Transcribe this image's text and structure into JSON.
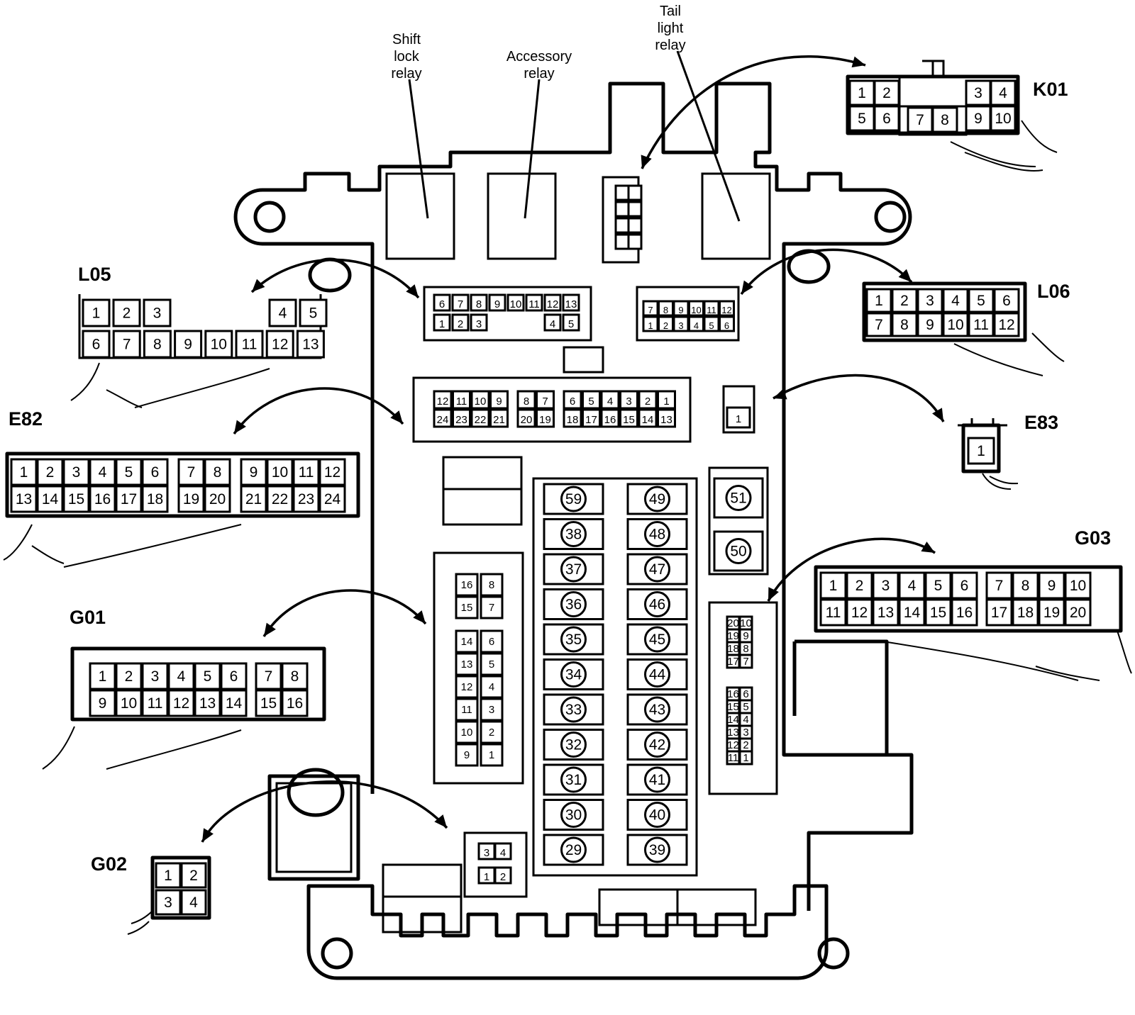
{
  "relays": {
    "shift_lock": [
      "Shift",
      "lock",
      "relay"
    ],
    "accessory": [
      "Accessory",
      "relay"
    ],
    "tail_light": [
      "Tail",
      "light",
      "relay"
    ]
  },
  "connectors": {
    "K01": {
      "label": "K01",
      "rows": [
        [
          "1",
          "2",
          "3",
          "4"
        ],
        [
          "5",
          "6",
          "7",
          "8",
          "9",
          "10"
        ]
      ]
    },
    "L05": {
      "label": "L05",
      "rows": [
        [
          "1",
          "2",
          "3",
          "4",
          "5"
        ],
        [
          "6",
          "7",
          "8",
          "9",
          "10",
          "11",
          "12",
          "13"
        ]
      ]
    },
    "L06": {
      "label": "L06",
      "rows": [
        [
          "1",
          "2",
          "3",
          "4",
          "5",
          "6"
        ],
        [
          "7",
          "8",
          "9",
          "10",
          "11",
          "12"
        ]
      ]
    },
    "E82": {
      "label": "E82",
      "rows": [
        [
          "1",
          "2",
          "3",
          "4",
          "5",
          "6",
          "7",
          "8",
          "9",
          "10",
          "11",
          "12"
        ],
        [
          "13",
          "14",
          "15",
          "16",
          "17",
          "18",
          "19",
          "20",
          "21",
          "22",
          "23",
          "24"
        ]
      ]
    },
    "E83": {
      "label": "E83",
      "rows": [
        [
          "1"
        ]
      ]
    },
    "G01": {
      "label": "G01",
      "rows": [
        [
          "1",
          "2",
          "3",
          "4",
          "5",
          "6",
          "7",
          "8"
        ],
        [
          "9",
          "10",
          "11",
          "12",
          "13",
          "14",
          "15",
          "16"
        ]
      ]
    },
    "G02": {
      "label": "G02",
      "rows": [
        [
          "1",
          "2"
        ],
        [
          "3",
          "4"
        ]
      ]
    },
    "G03": {
      "label": "G03",
      "rows": [
        [
          "1",
          "2",
          "3",
          "4",
          "5",
          "6",
          "7",
          "8",
          "9",
          "10"
        ],
        [
          "11",
          "12",
          "13",
          "14",
          "15",
          "16",
          "17",
          "18",
          "19",
          "20"
        ]
      ]
    }
  },
  "fuses": {
    "left_column": [
      "59",
      "38",
      "37",
      "36",
      "35",
      "34",
      "33",
      "32",
      "31",
      "30",
      "29"
    ],
    "right_column": [
      "49",
      "48",
      "47",
      "46",
      "45",
      "44",
      "43",
      "42",
      "41",
      "40",
      "39"
    ],
    "side": [
      "51",
      "50"
    ]
  }
}
